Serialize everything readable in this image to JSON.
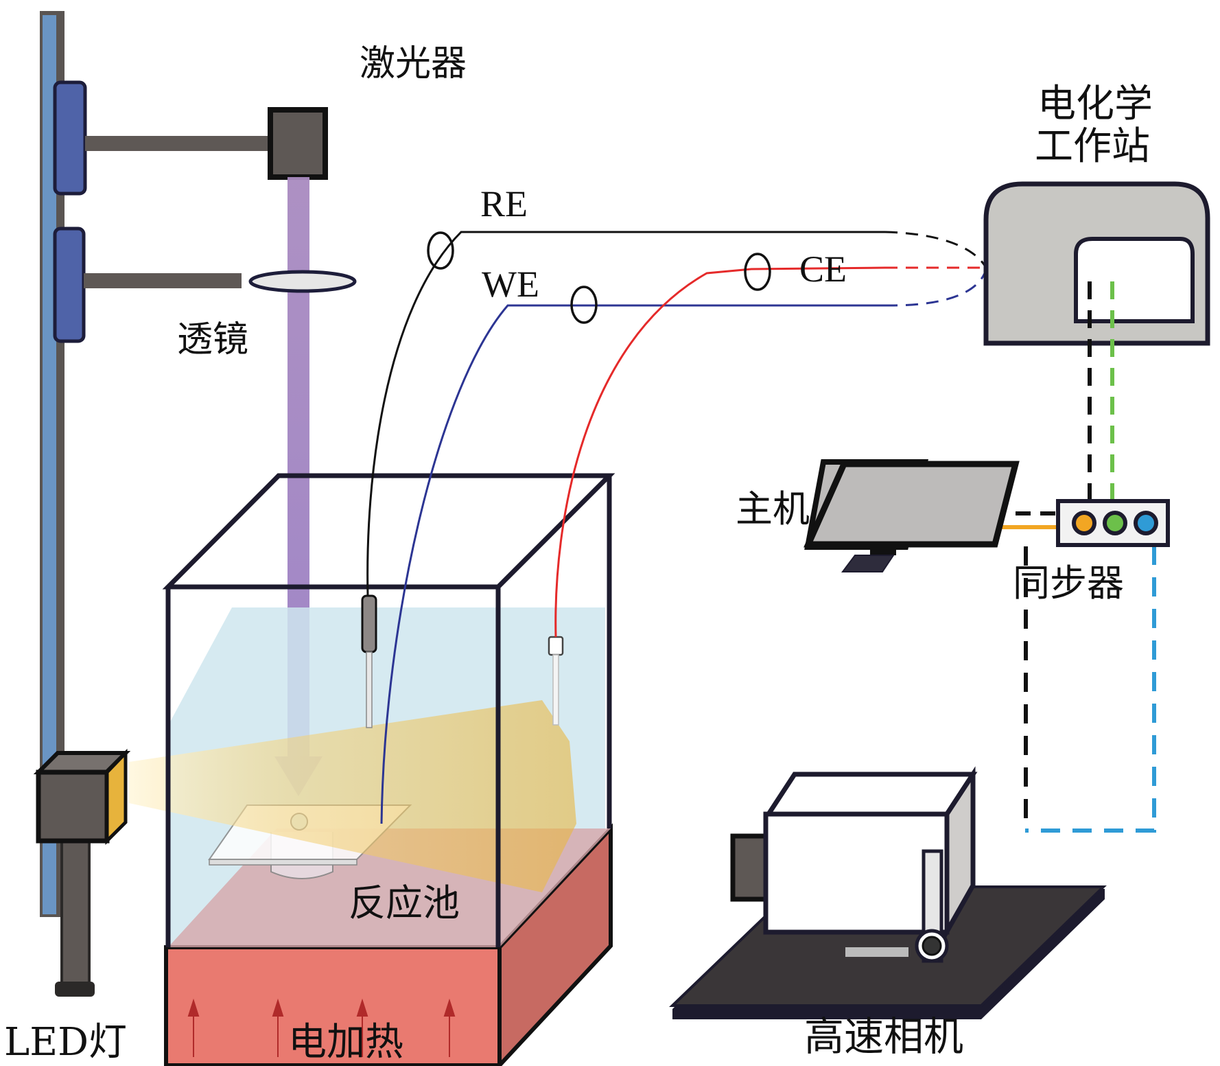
{
  "diagram": {
    "type": "experimental-setup-schematic",
    "labels": {
      "laser": "激光器",
      "lens": "透镜",
      "led_lamp": "LED灯",
      "electric_heating": "电加热",
      "reaction_cell": "反应池",
      "electrochemical_workstation_line1": "电化学",
      "electrochemical_workstation_line2": "工作站",
      "host_computer": "主机",
      "synchronizer": "同步器",
      "high_speed_camera": "高速相机",
      "reference_electrode": "RE",
      "working_electrode": "WE",
      "counter_electrode": "CE"
    },
    "colors": {
      "rail_blue": "#6a95c4",
      "clamp_blue": "#4f63a8",
      "laser_body": "#5e5855",
      "laser_beam": "#a78bbd",
      "lens_fill": "#e6e6e6",
      "water": "#cfe6ee",
      "heater": "#e97a70",
      "heater_side": "#c76a62",
      "led_light": "#f1c560",
      "wire_re": "#111111",
      "wire_we": "#2c3593",
      "wire_ce": "#e52a2a",
      "sync_orange": "#f2a623",
      "sync_green": "#6cc04a",
      "sync_blue": "#2f9bd6",
      "workstation": "#c8c7c3",
      "monitor_screen": "#bdbbba",
      "camera_base": "#3a3638"
    },
    "connections": [
      {
        "from": "RE",
        "to": "电化学工作站",
        "style": "solid-then-dashed",
        "color": "wire_re"
      },
      {
        "from": "WE",
        "to": "电化学工作站",
        "style": "solid-then-dashed",
        "color": "wire_we"
      },
      {
        "from": "CE",
        "to": "电化学工作站",
        "style": "solid-then-dashed",
        "color": "wire_ce"
      },
      {
        "from": "电化学工作站",
        "to": "同步器",
        "style": "dashed",
        "color": "black"
      },
      {
        "from": "电化学工作站",
        "to": "同步器",
        "style": "dashed",
        "color": "sync_green"
      },
      {
        "from": "主机",
        "to": "同步器",
        "style": "dashed",
        "color": "black"
      },
      {
        "from": "主机",
        "to": "同步器",
        "style": "solid",
        "color": "sync_orange"
      },
      {
        "from": "主机",
        "to": "高速相机",
        "style": "dashed",
        "color": "black"
      },
      {
        "from": "同步器",
        "to": "高速相机",
        "style": "dashed",
        "color": "sync_blue"
      }
    ]
  }
}
